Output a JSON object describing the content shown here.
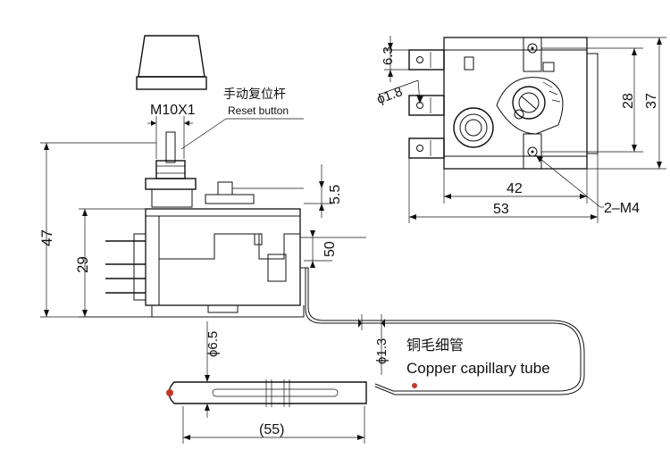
{
  "labels": {
    "thread": "M10X1",
    "reset_cn": "手动复位杆",
    "reset_en": "Reset button",
    "capillary_cn": "铜毛细管",
    "capillary_en": "Copper capillary tube",
    "mount_holes": "2–M4"
  },
  "dimensions": {
    "total_height": "47",
    "body_height": "29",
    "stem_height": "5.5",
    "side_offset": "50",
    "capillary_dia": "ϕ1.3",
    "bulb_dia": "ϕ6.5",
    "bulb_length": "(55)",
    "terminal_width": "6.3",
    "terminal_hole": "ϕ1.8",
    "hole_spacing": "42",
    "body_width": "53",
    "hole_pitch": "28",
    "overall_height": "37"
  }
}
